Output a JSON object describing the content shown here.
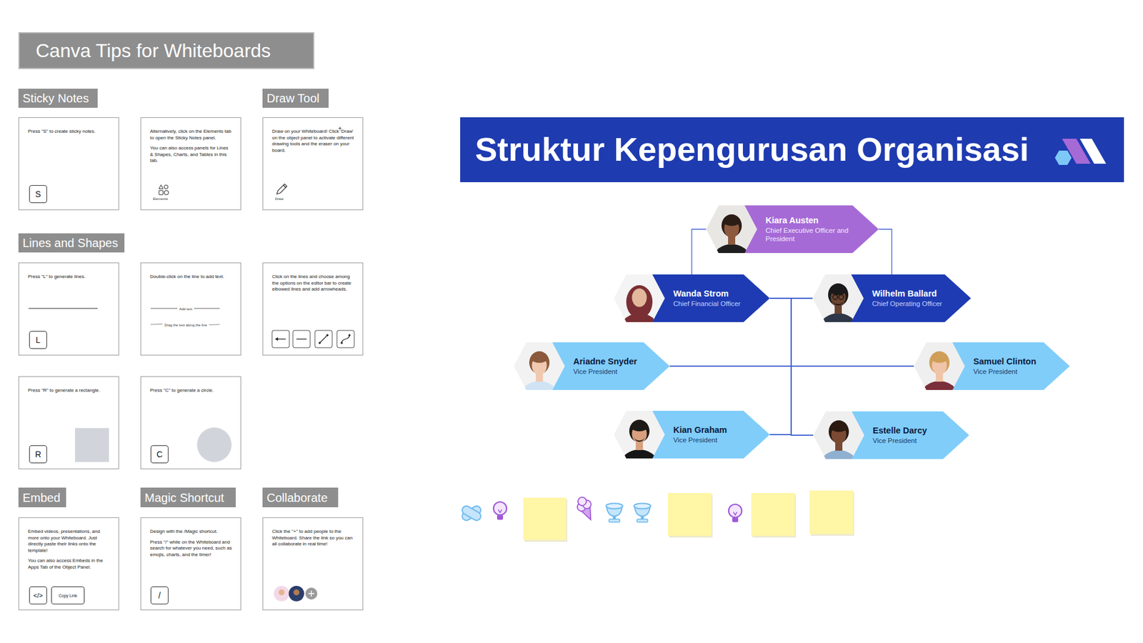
{
  "diagram": {
    "title": "Struktur Kepengurusan Organisasi",
    "nodes": [
      {
        "text": [
          "Canva Tips for Whiteboards"
        ]
      },
      {
        "text": [
          "Sticky Notes"
        ]
      },
      {
        "text": [
          "Press \"S\" to create sticky notes."
        ]
      },
      {
        "text": [
          "S"
        ],
        "in": 2
      },
      {
        "text": [
          "Alternatively, click on the Elements tab to open the Sticky Notes panel.",
          "You can also access panels for Lines & Shapes, Charts, and Tables in this tab.",
          "Elements"
        ]
      },
      {
        "text": [
          "Draw Tool"
        ]
      },
      {
        "text": [
          "Draw on your Whiteboard! Click 'Draw' on the object panel to activate different drawing tools and the eraser on your board.",
          "Draw"
        ]
      },
      {
        "text": [
          "Lines and Shapes"
        ]
      },
      {
        "text": [
          "Press \"L\" to generate lines."
        ]
      },
      {
        "text": [
          "L"
        ],
        "in": 8
      },
      {
        "text": [
          "Double-click on the line to add text.",
          "Add text",
          "Drag the text along the line"
        ]
      },
      {
        "text": [
          "Click on the lines and choose among the options on the editor bar to create elbowed lines and add arrowheads."
        ]
      },
      {
        "text": [
          "Press \"R\" to generate a rectangle."
        ]
      },
      {
        "text": [
          "R"
        ],
        "in": 12
      },
      {
        "text": [
          "Press \"C\" to generate a circle."
        ]
      },
      {
        "text": [
          "C"
        ],
        "in": 14
      },
      {
        "text": [
          "Embed"
        ]
      },
      {
        "text": [
          "Embed videos, presentations, and more onto your Whiteboard. Just directly paste their links onto the template!",
          "You can also access Embeds in the Apps Tab of the Object Panel."
        ]
      },
      {
        "text": [
          "</>"
        ],
        "in": 17
      },
      {
        "text": [
          "Copy Link"
        ],
        "in": 17
      },
      {
        "text": [
          "Magic Shortcut"
        ]
      },
      {
        "text": [
          "Design with the /Magic shortcut.",
          "Press \"/\" while on the Whiteboard and search for whatever you need, such as emojis, charts, and the timer!"
        ]
      },
      {
        "text": [
          "/"
        ],
        "in": 21
      },
      {
        "text": [
          "Collaborate"
        ]
      },
      {
        "text": [
          "Click the \"+\" to add people to the Whiteboard. Share the link so you can all collaborate in real time!"
        ]
      },
      {
        "text": [
          "Kiara Austen",
          "Chief Executive Officer and President"
        ]
      },
      {
        "text": [
          "Wanda Strom",
          "Chief Financial Officer"
        ]
      },
      {
        "text": [
          "Wilhelm Ballard",
          "Chief Operating Officer"
        ]
      },
      {
        "text": [
          "Ariadne Snyder",
          "Vice President"
        ]
      },
      {
        "text": [
          "Samuel Clinton",
          "Vice President"
        ]
      },
      {
        "text": [
          "Kian Graham",
          "Vice President"
        ]
      },
      {
        "text": [
          "Estelle Darcy",
          "Vice President"
        ]
      }
    ],
    "edges": [
      {
        "from": 25,
        "to": 26,
        "arrow": "none"
      },
      {
        "from": 25,
        "to": 27,
        "arrow": "none"
      },
      {
        "from": 26,
        "to": 28,
        "arrow": "none"
      },
      {
        "from": 26,
        "to": 29,
        "arrow": "none"
      },
      {
        "from": 26,
        "to": 30,
        "arrow": "none"
      },
      {
        "from": 26,
        "to": 31,
        "arrow": "none"
      },
      {
        "from": 27,
        "to": 28,
        "arrow": "none"
      },
      {
        "from": 27,
        "to": 29,
        "arrow": "none"
      },
      {
        "from": 27,
        "to": 30,
        "arrow": "none"
      },
      {
        "from": 27,
        "to": 31,
        "arrow": "none"
      }
    ]
  }
}
